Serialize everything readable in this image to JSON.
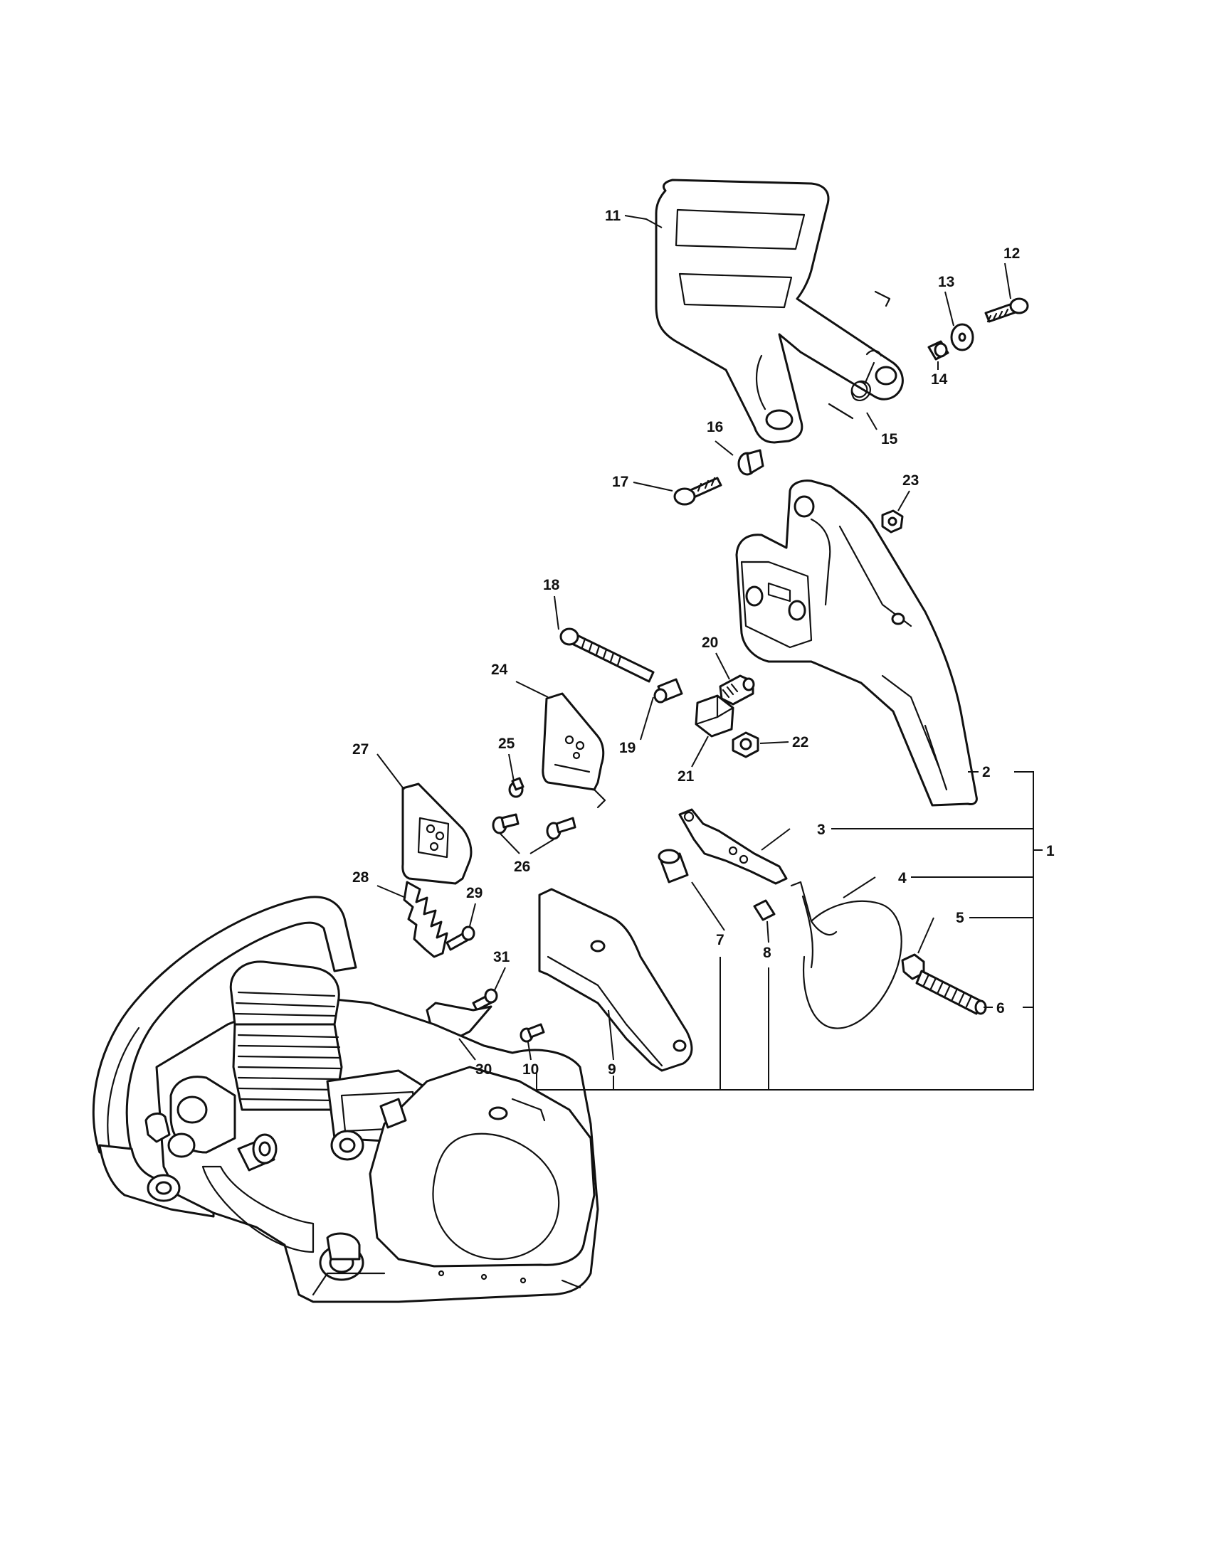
{
  "callouts": {
    "c1": "1",
    "c2": "2",
    "c3": "3",
    "c4": "4",
    "c5": "5",
    "c6": "6",
    "c7": "7",
    "c8": "8",
    "c9": "9",
    "c10": "10",
    "c11": "11",
    "c12": "12",
    "c13": "13",
    "c14": "14",
    "c15": "15",
    "c16": "16",
    "c17": "17",
    "c18": "18",
    "c19": "19",
    "c20": "20",
    "c21": "21",
    "c22": "22",
    "c23": "23",
    "c24": "24",
    "c25": "25",
    "c26": "26",
    "c27": "27",
    "c28": "28",
    "c29": "29",
    "c30": "30",
    "c31": "31"
  },
  "colors": {
    "line": "#111111",
    "background": "#ffffff"
  }
}
